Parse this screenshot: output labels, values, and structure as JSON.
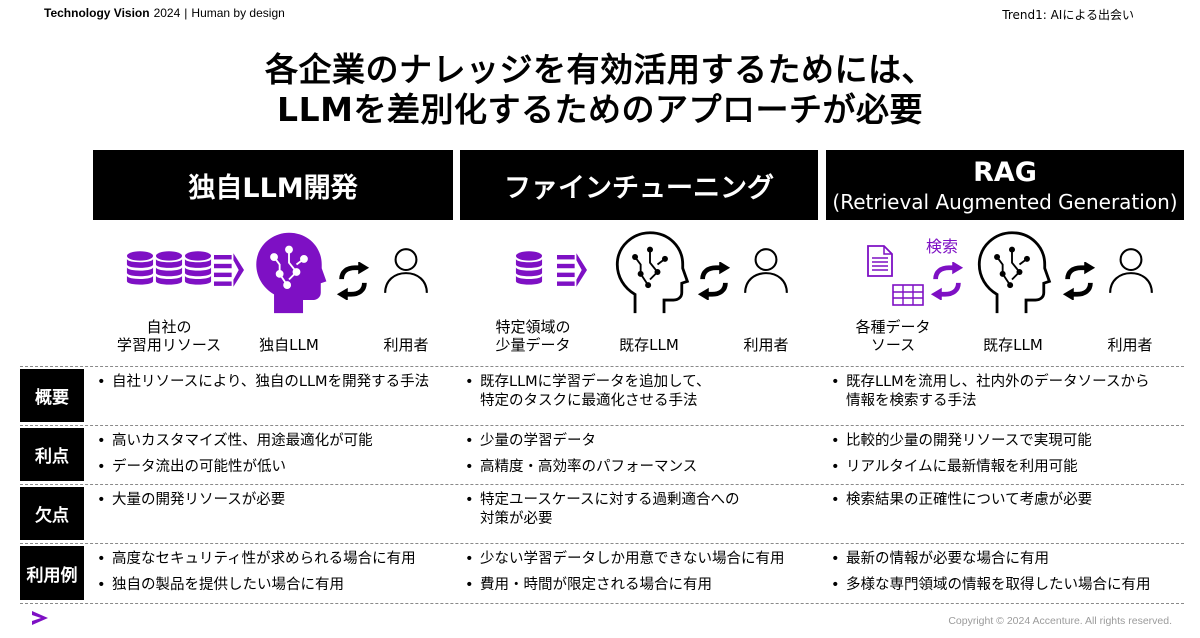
{
  "header": {
    "brand": "Technology Vision",
    "year": "2024",
    "separator": "|",
    "subtitle": "Human by design",
    "trend": "Trend1: AIによる出会い"
  },
  "headline": {
    "line1": "各企業のナレッジを有効活用するためには、",
    "line2": "LLMを差別化するためのアプローチが必要"
  },
  "columns": [
    {
      "title": "独自LLM開発",
      "subtitle": "",
      "labels": {
        "source": "自社の\n学習用リソース",
        "model": "独自LLM",
        "user": "利用者"
      }
    },
    {
      "title": "ファインチューニング",
      "subtitle": "",
      "labels": {
        "source": "特定領域の\n少量データ",
        "model": "既存LLM",
        "user": "利用者"
      }
    },
    {
      "title": "RAG",
      "subtitle": "(Retrieval Augmented Generation)",
      "labels": {
        "source": "各種データ\nソース",
        "search": "検索",
        "model": "既存LLM",
        "user": "利用者"
      }
    }
  ],
  "rows": [
    {
      "label": "概要",
      "cells": [
        [
          "自社リソースにより、独自のLLMを開発する手法"
        ],
        [
          "既存LLMに学習データを追加して、\n特定のタスクに最適化させる手法"
        ],
        [
          "既存LLMを流用し、社内外のデータソースから\n情報を検索する手法"
        ]
      ]
    },
    {
      "label": "利点",
      "cells": [
        [
          "高いカスタマイズ性、用途最適化が可能",
          "データ流出の可能性が低い"
        ],
        [
          "少量の学習データ",
          "高精度・高効率のパフォーマンス"
        ],
        [
          "比較的少量の開発リソースで実現可能",
          "リアルタイムに最新情報を利用可能"
        ]
      ]
    },
    {
      "label": "欠点",
      "cells": [
        [
          "大量の開発リソースが必要"
        ],
        [
          "特定ユースケースに対する過剰適合への\n対策が必要"
        ],
        [
          "検索結果の正確性について考慮が必要"
        ]
      ]
    },
    {
      "label": "利用例",
      "cells": [
        [
          "高度なセキュリティ性が求められる場合に有用",
          "独自の製品を提供したい場合に有用"
        ],
        [
          "少ない学習データしか用意できない場合に有用",
          "費用・時間が限定される場合に有用"
        ],
        [
          "最新の情報が必要な場合に有用",
          "多様な専門領域の情報を取得したい場合に有用"
        ]
      ]
    }
  ],
  "footer": {
    "copyright": "Copyright © 2024 Accenture. All rights reserved."
  },
  "colors": {
    "accent": "#7e10c4",
    "black": "#000000",
    "muted": "#9b9b9b"
  },
  "icons": [
    "database-icon",
    "arrows-right-icon",
    "brain-head-icon",
    "swap-arrows-icon",
    "user-icon",
    "document-icon",
    "table-icon",
    "refresh-arrows-icon",
    "accenture-logo"
  ]
}
